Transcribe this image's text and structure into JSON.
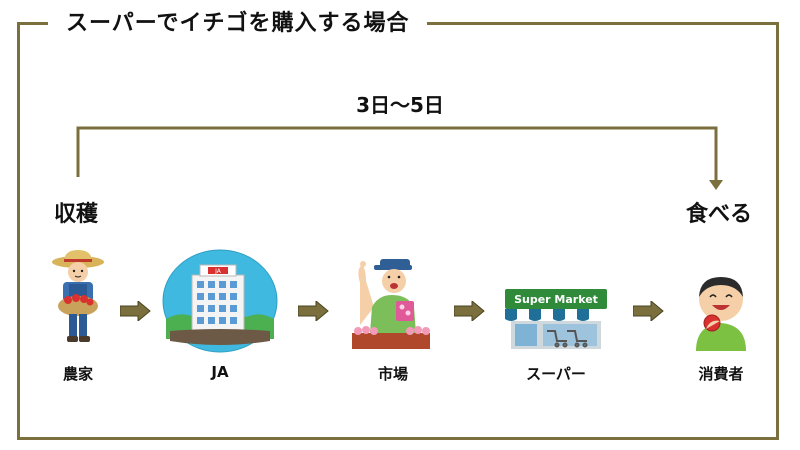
{
  "title": "スーパーでイチゴを購入する場合",
  "duration": "3日〜5日",
  "start_label": "収穫",
  "end_label": "食べる",
  "nodes": [
    {
      "label": "農家",
      "icon": "farmer-icon"
    },
    {
      "label": "JA",
      "icon": "ja-building-icon"
    },
    {
      "label": "市場",
      "icon": "market-auctioneer-icon"
    },
    {
      "label": "スーパー",
      "icon": "supermarket-icon",
      "sign_text": "Super Market",
      "building_logo": "JA"
    },
    {
      "label": "消費者",
      "icon": "consumer-eating-icon"
    }
  ],
  "colors": {
    "frame": "#7a6f3d",
    "arrow": "#7a6f3d",
    "sign_green": "#2f8a3a"
  }
}
